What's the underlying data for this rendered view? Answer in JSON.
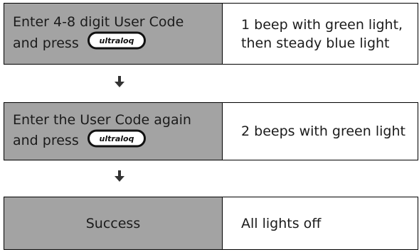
{
  "steps": [
    {
      "action_lines": [
        "Enter 4-8 digit User Code",
        "and press"
      ],
      "key_label": "ultraloq",
      "result_lines": [
        "1 beep with green light,",
        "then steady blue light"
      ]
    },
    {
      "action_lines": [
        "Enter the User Code again",
        "and press"
      ],
      "key_label": "ultraloq",
      "result_lines": [
        "2 beeps with green light"
      ]
    },
    {
      "action_lines": [
        "Success"
      ],
      "result_lines": [
        "All lights off"
      ]
    }
  ],
  "icons": {
    "arrow": "arrow-down-icon",
    "key": "ultraloq-key-icon"
  }
}
